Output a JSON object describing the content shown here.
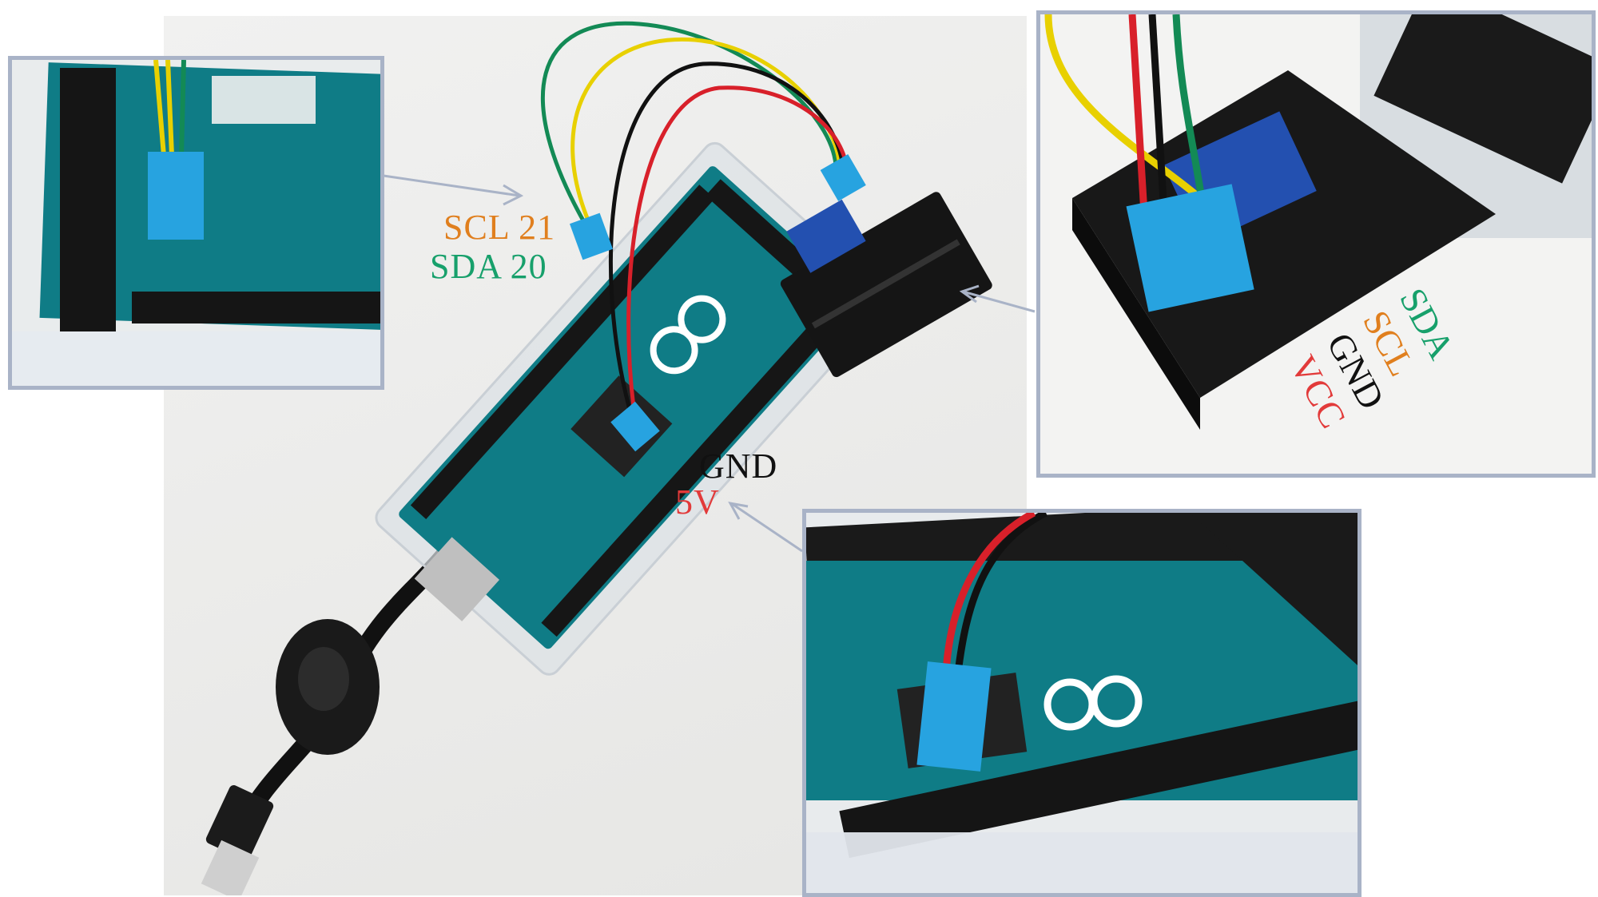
{
  "labels": {
    "scl": "SCL 21",
    "sda": "SDA 20",
    "gnd": "GND",
    "v5": "5V"
  },
  "sensor_pins": {
    "sda": "SDA",
    "scl": "SCL",
    "gnd": "GND",
    "vcc": "VCC"
  },
  "colors": {
    "scl": "#e07f1e",
    "sda": "#17a06b",
    "gnd": "#111111",
    "vcc": "#e23a3a",
    "board": "#0f7c86",
    "inset_border": "#a9b3c7"
  }
}
